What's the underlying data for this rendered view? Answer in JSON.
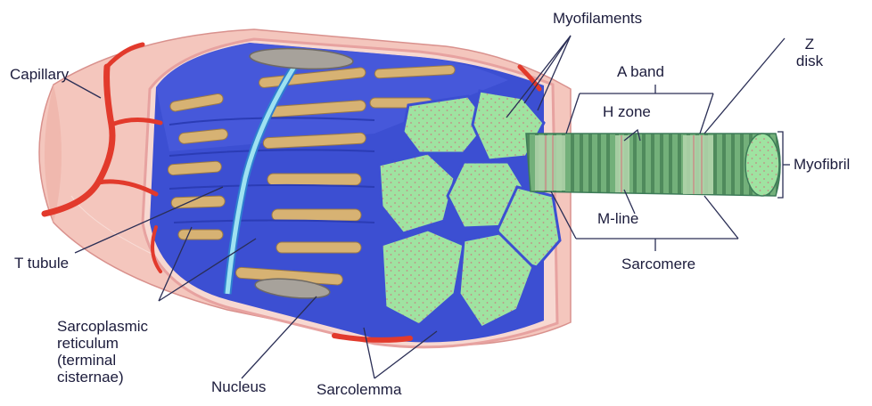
{
  "labels": {
    "myofilaments": "Myofilaments",
    "z_disk": [
      "Z",
      "disk"
    ],
    "a_band": "A band",
    "h_zone": "H zone",
    "capillary": "Capillary",
    "myofibril": "Myofibril",
    "m_line": "M-line",
    "t_tubule": "T tubule",
    "sarcomere": "Sarcomere",
    "sarcoplasmic_reticulum": [
      "Sarcoplasmic",
      "reticulum",
      "(terminal",
      "cisternae)"
    ],
    "nucleus": "Nucleus",
    "sarcolemma": "Sarcolemma"
  },
  "colors": {
    "fiber_outer": "#f4c6bd",
    "fiber_inner": "#f7d8d1",
    "sarcolemma_edge": "#e7a2a0",
    "sarcoplasmic_reticulum": "#3c4fd2",
    "t_tubule": "#9ee2f1",
    "myofibril_core": "#d7b273",
    "myofilament_green": "#9fe3a1",
    "capillary": "#e23a2c",
    "leader_line": "#2a2e55",
    "label_text": "#1c1c3c"
  }
}
